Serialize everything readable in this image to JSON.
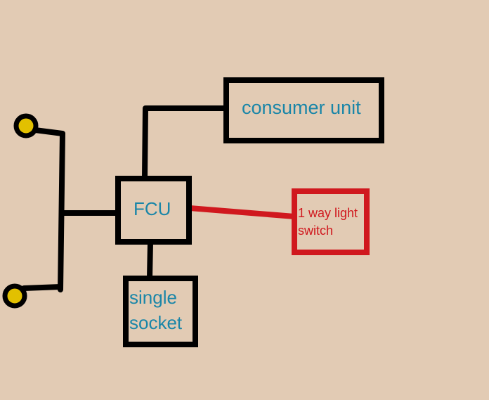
{
  "colors": {
    "background": "#e2cbb4",
    "line": "#000000",
    "label_blue": "#1a86a8",
    "switch_red": "#d0181e",
    "light_fill": "#e2c000"
  },
  "nodes": {
    "consumer_unit": {
      "label": "consumer unit"
    },
    "fcu": {
      "label": "FCU"
    },
    "light_switch": {
      "label_line1": "1 way light",
      "label_line2": "switch"
    },
    "single_socket": {
      "label_line1": "single",
      "label_line2": "socket"
    }
  }
}
